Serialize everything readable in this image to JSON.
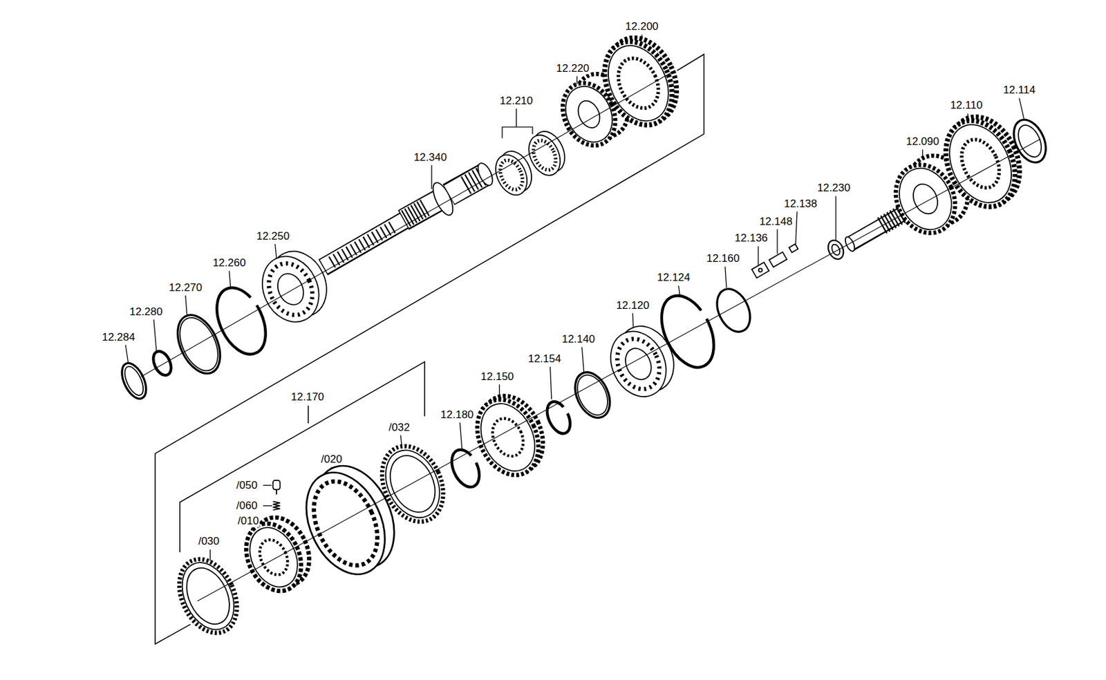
{
  "diagram": {
    "labels": [
      "12.200",
      "12.220",
      "12.210",
      "12.340",
      "12.250",
      "12.260",
      "12.270",
      "12.280",
      "12.284",
      "12.114",
      "12.110",
      "12.090",
      "12.230",
      "12.138",
      "12.148",
      "12.136",
      "12.160",
      "12.124",
      "12.120",
      "12.140",
      "12.154",
      "12.150",
      "12.180",
      "12.170",
      "/032",
      "/020",
      "/050",
      "/060",
      "/010",
      "/030"
    ]
  }
}
